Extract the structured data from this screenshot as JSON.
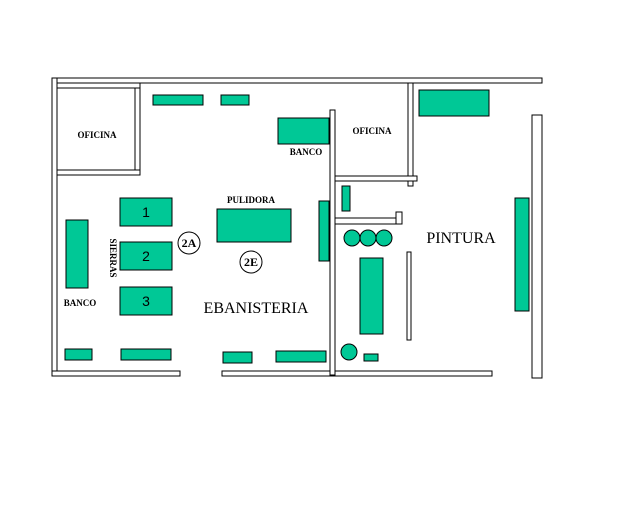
{
  "rooms": {
    "oficina_left": "OFICINA",
    "oficina_right": "OFICINA",
    "banco_top": "BANCO",
    "banco_left": "BANCO",
    "pulidora": "PULIDORA",
    "sierras": "SIERRAS",
    "ebanisteria": "EBANISTERIA",
    "pintura": "PINTURA"
  },
  "machines": {
    "m1": "1",
    "m2": "2",
    "m3": "3"
  },
  "markers": {
    "a": "2A",
    "b": "2E"
  },
  "colors": {
    "equipment": "#00c896",
    "wall": "#000000"
  }
}
